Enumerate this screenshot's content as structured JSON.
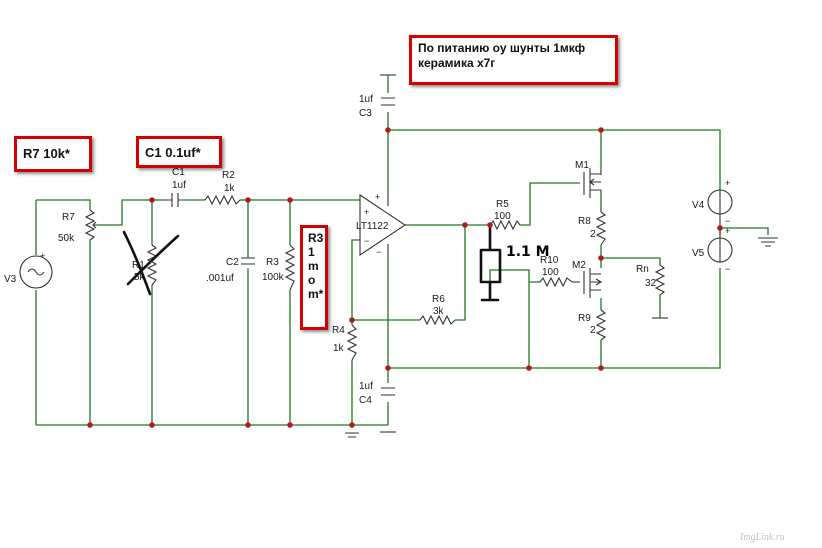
{
  "notes": {
    "power": "По питанию оу шунты 1мкф\nкерамика х7г",
    "r7": "R7 10k*",
    "c1": "C1 0.1uf*",
    "r3": "R3\n1\nm\no\nm*"
  },
  "components": {
    "v3": {
      "name": "V3"
    },
    "r7": {
      "name": "R7",
      "value": "50k"
    },
    "r1": {
      "name": "R1",
      "value": "5k"
    },
    "c1": {
      "name": "C1",
      "value": "1uf"
    },
    "r2": {
      "name": "R2",
      "value": "1k"
    },
    "c2": {
      "name": "C2",
      "value": ".001uf"
    },
    "r3": {
      "name": "R3",
      "value": "100k"
    },
    "r4": {
      "name": "R4",
      "value": "1k"
    },
    "c3": {
      "name": "C3",
      "value": "1uf"
    },
    "c4": {
      "name": "C4",
      "value": "1uf"
    },
    "opamp": {
      "name": "LT1122",
      "plus": "+",
      "minus": "−"
    },
    "r5": {
      "name": "R5",
      "value": "100"
    },
    "r6": {
      "name": "R6",
      "value": "3k"
    },
    "r10": {
      "name": "R10",
      "value": "100"
    },
    "m1": {
      "name": "M1"
    },
    "m2": {
      "name": "M2"
    },
    "r8": {
      "name": "R8",
      "value": "2"
    },
    "r9": {
      "name": "R9",
      "value": "2"
    },
    "rn": {
      "name": "Rn",
      "value": "32"
    },
    "v4": {
      "name": "V4"
    },
    "v5": {
      "name": "V5"
    }
  },
  "handwritten": "1.1 M",
  "watermark": "ImgLink.ru",
  "colors": {
    "wire": "#1e7a1e",
    "node": "#b31b1b",
    "note_border": "#d40000"
  }
}
